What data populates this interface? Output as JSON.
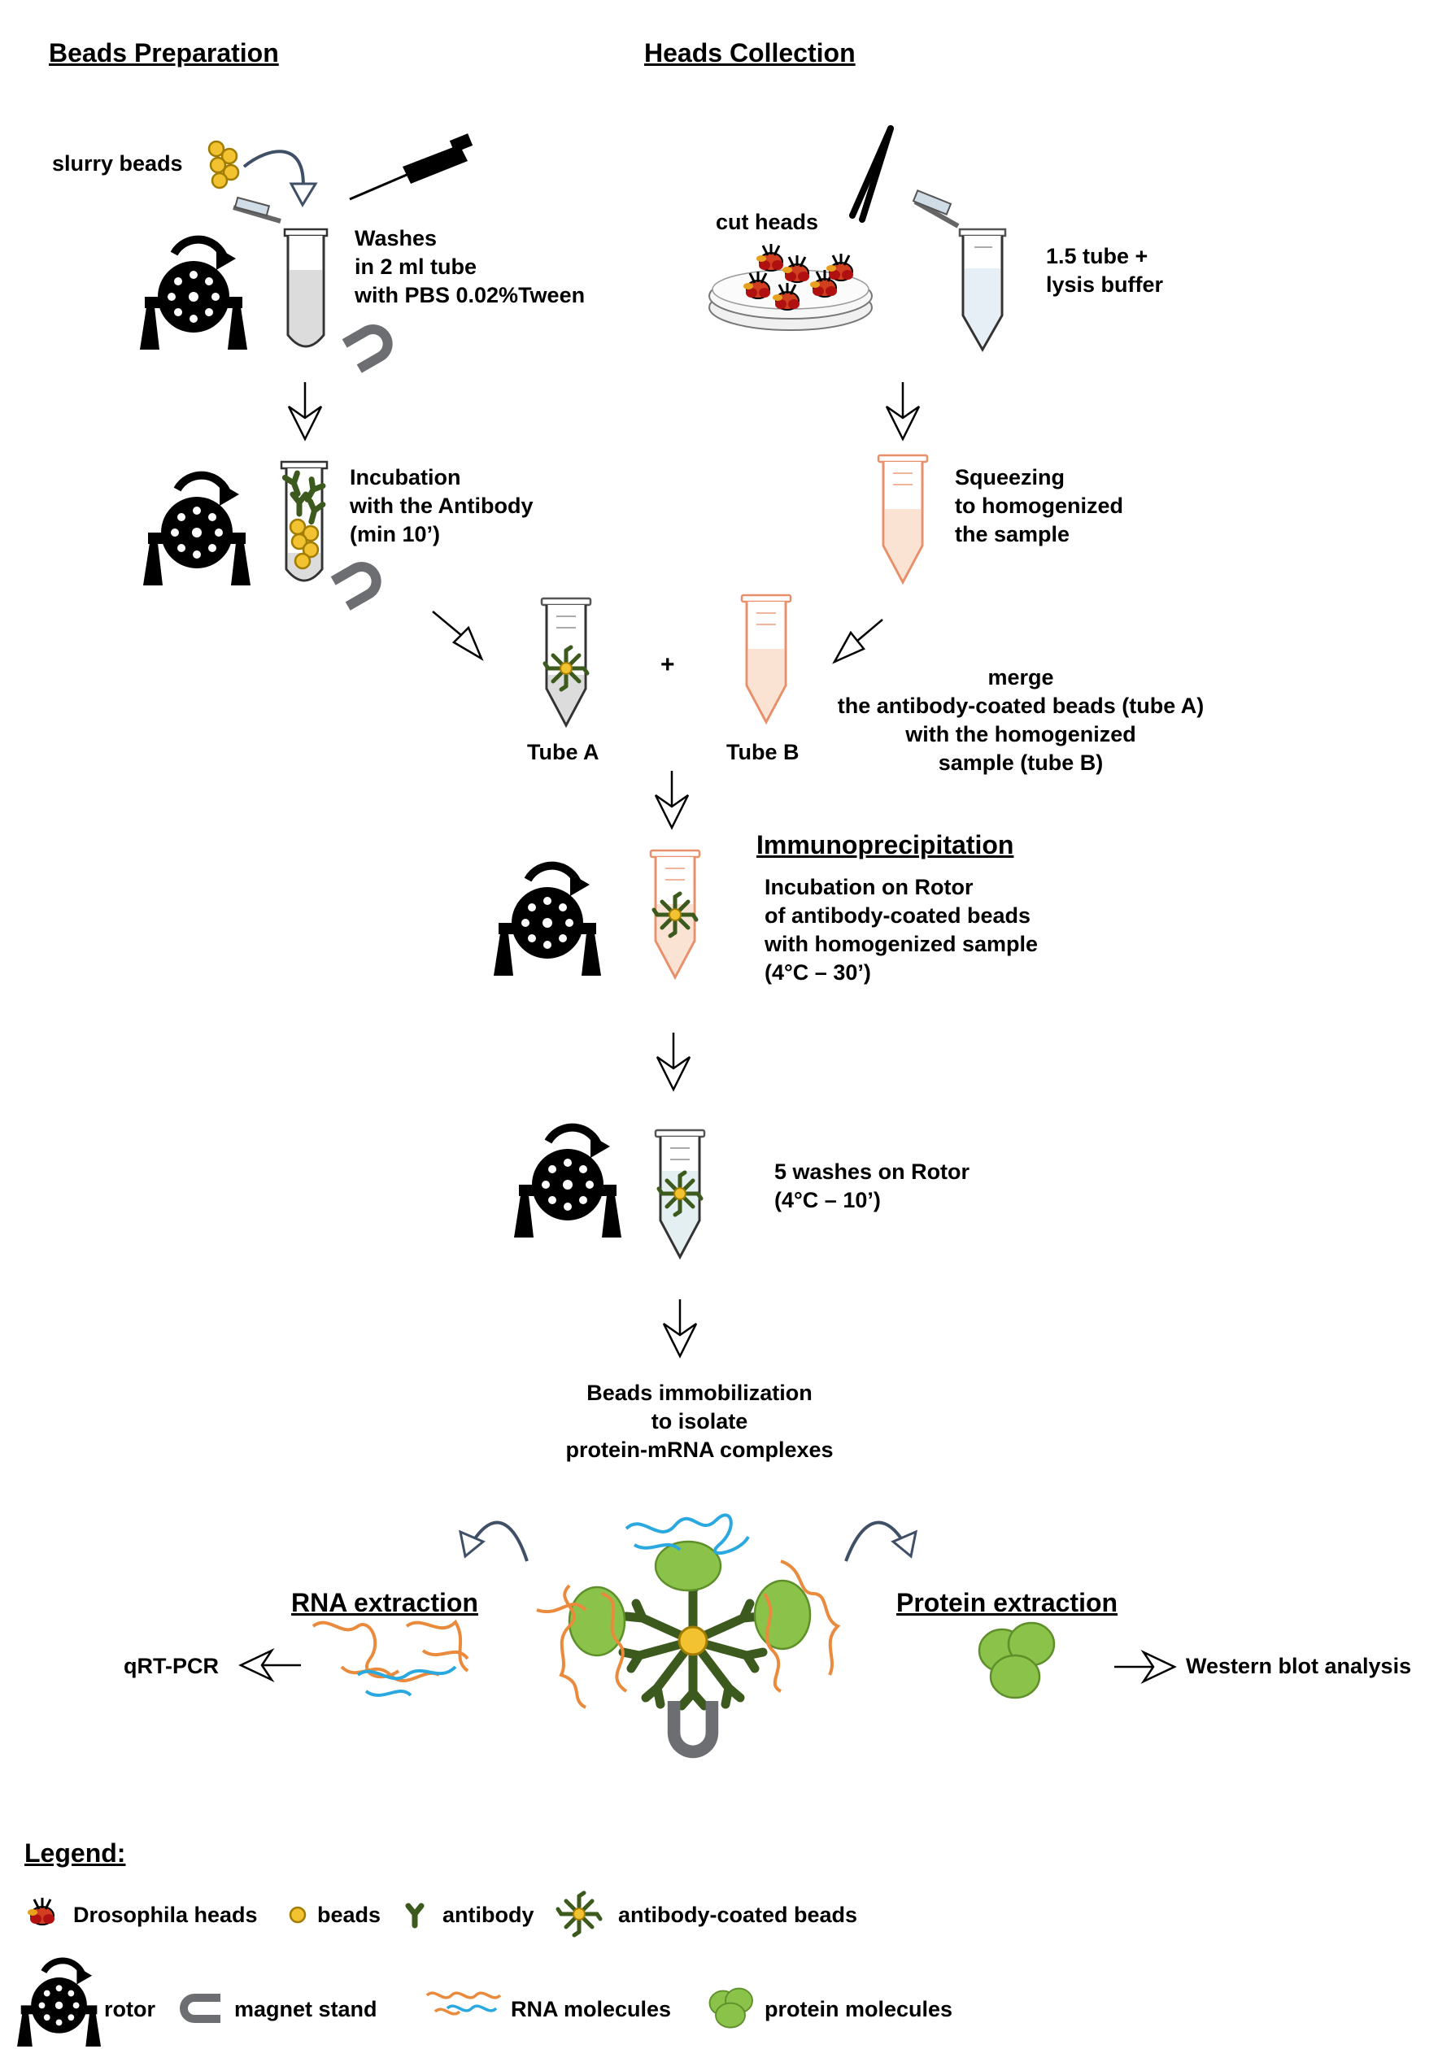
{
  "headers": {
    "beads_preparation": "Beads Preparation",
    "heads_collection": "Heads Collection",
    "immunoprecipitation": "Immunoprecipitation",
    "rna_extraction": "RNA extraction",
    "protein_extraction": "Protein extraction",
    "legend": "Legend:"
  },
  "labels": {
    "slurry_beads": "slurry beads",
    "washes": [
      "Washes",
      "in 2 ml tube",
      "with PBS 0.02%Tween"
    ],
    "cut_heads": "cut heads",
    "tube_lysis": [
      "1.5 tube +",
      "lysis buffer"
    ],
    "incubation_antibody": [
      "Incubation",
      "with the Antibody",
      "(min 10’)"
    ],
    "squeezing": [
      "Squeezing",
      "to homogenized",
      "the sample"
    ],
    "tube_a": "Tube A",
    "tube_b": "Tube B",
    "plus": "+",
    "merge": [
      "merge",
      "the antibody-coated beads (tube A)",
      "with the homogenized",
      "sample (tube B)"
    ],
    "incubation_rotor": [
      "Incubation on Rotor",
      "of antibody-coated beads",
      "with homogenized sample",
      "(4°C – 30’)"
    ],
    "washes_rotor": [
      "5 washes on Rotor",
      "(4°C – 10’)"
    ],
    "beads_immobilization": [
      "Beads immobilization",
      "to isolate",
      "protein-mRNA complexes"
    ],
    "qrt_pcr": "qRT-PCR",
    "western_blot": "Western blot analysis"
  },
  "legend": {
    "drosophila_heads": "Drosophila heads",
    "beads": "beads",
    "antibody": "antibody",
    "antibody_coated_beads": "antibody-coated beads",
    "rotor": "rotor",
    "magnet_stand": "magnet stand",
    "rna_molecules": "RNA molecules",
    "protein_molecules": "protein molecules"
  },
  "colors": {
    "bead": "#f2c230",
    "bead_edge": "#a07c00",
    "antibody": "#3d5a1e",
    "tube_b": "#e9906a",
    "rna_orange": "#e98a3c",
    "rna_blue": "#2aa8e0",
    "protein": "#8bc34a",
    "protein_edge": "#5e8f2a",
    "magnet": "#6d6e71",
    "curved_arrow": "#3f5066"
  }
}
